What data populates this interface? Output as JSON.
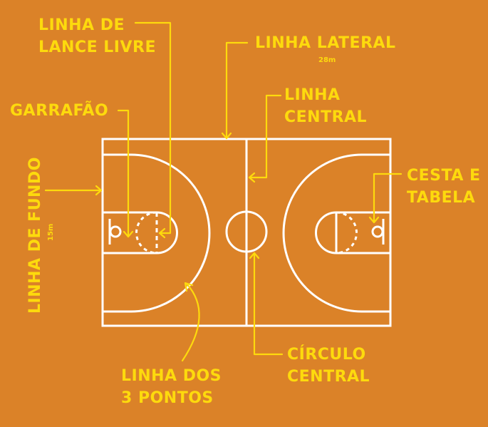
{
  "colors": {
    "background": "#DB8228",
    "court_lines": "#FFFFFF",
    "labels": "#FDDA0D"
  },
  "labels": {
    "free_throw_line": {
      "line1": "LINHA DE",
      "line2": "LANCE LIVRE"
    },
    "sideline": {
      "text": "LINHA LATERAL",
      "measure": "28m"
    },
    "center_line": {
      "line1": "LINHA",
      "line2": "CENTRAL"
    },
    "key": {
      "text": "GARRAFÃO"
    },
    "baseline": {
      "text": "LINHA DE FUNDO",
      "measure": "15m"
    },
    "basket_backboard": {
      "line1": "CESTA E",
      "line2": "TABELA"
    },
    "three_point_line": {
      "line1": "LINHA DOS",
      "line2": "3 PONTOS"
    },
    "center_circle": {
      "line1": "CÍRCULO",
      "line2": "CENTRAL"
    }
  }
}
